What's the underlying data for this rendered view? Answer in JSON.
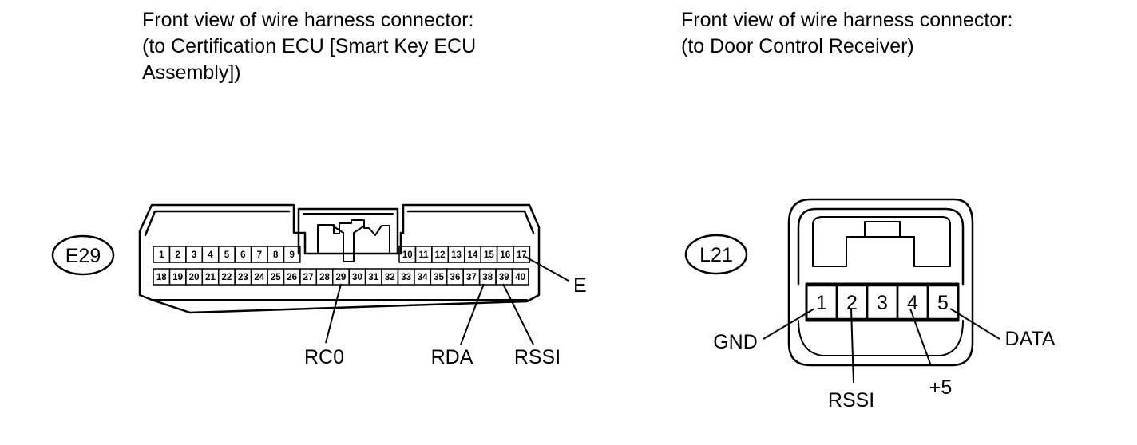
{
  "left": {
    "caption": [
      "Front view of wire harness connector:",
      "(to Certification ECU [Smart Key ECU",
      "Assembly])"
    ],
    "connector_id": "E29",
    "top_row_left": [
      "1",
      "2",
      "3",
      "4",
      "5",
      "6",
      "7",
      "8",
      "9"
    ],
    "top_row_right": [
      "10",
      "11",
      "12",
      "13",
      "14",
      "15",
      "16",
      "17"
    ],
    "bottom_row": [
      "18",
      "19",
      "20",
      "21",
      "22",
      "23",
      "24",
      "25",
      "26",
      "27",
      "28",
      "29",
      "30",
      "31",
      "32",
      "33",
      "34",
      "35",
      "36",
      "37",
      "38",
      "39",
      "40"
    ],
    "terminals": [
      {
        "label": "RC0",
        "pin": "29"
      },
      {
        "label": "RDA",
        "pin": "38"
      },
      {
        "label": "RSSI",
        "pin": "39"
      },
      {
        "label": "E",
        "pin": "17"
      }
    ]
  },
  "right": {
    "caption": [
      "Front view of wire harness connector:",
      "(to Door Control Receiver)"
    ],
    "connector_id": "L21",
    "pins": [
      "1",
      "2",
      "3",
      "4",
      "5"
    ],
    "terminals": [
      {
        "label": "GND",
        "pin": "1"
      },
      {
        "label": "RSSI",
        "pin": "2"
      },
      {
        "label": "+5",
        "pin": "4"
      },
      {
        "label": "DATA",
        "pin": "5"
      }
    ]
  }
}
